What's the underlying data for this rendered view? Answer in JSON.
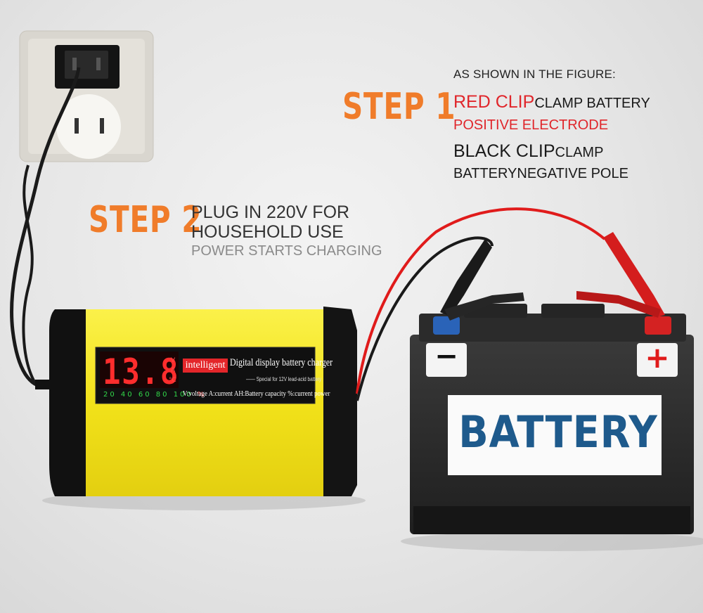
{
  "instructions": {
    "caption": "AS SHOWN IN THE FIGURE:",
    "step1": {
      "label": "STEP 1",
      "red_clip": "RED CLIP",
      "red_clip_rest": "CLAMP BATTERY",
      "red_line2": "POSITIVE ELECTRODE",
      "black_clip": "BLACK CLIP",
      "black_clip_rest": "CLAMP",
      "black_line2_a": "BATTERY",
      "black_line2_b": "NEGATIVE POLE"
    },
    "step2": {
      "label": "STEP 2",
      "line1": "PLUG IN 220V FOR",
      "line2": "HOUSEHOLD USE",
      "line3": "POWER STARTS CHARGING"
    }
  },
  "charger": {
    "display_value": "13.8",
    "unit_labels": [
      "V",
      "A",
      "°C"
    ],
    "scale": [
      "20",
      "40",
      "60",
      "80",
      "100",
      "%"
    ],
    "badge": "intelligent",
    "title": "Digital display battery charger",
    "subtitle": "—— Special for 12V lead-acid battery",
    "legend": "V:voltage   A:current   AH:Battery capacity   %:current power"
  },
  "battery": {
    "label": "BATTERY",
    "negative_sign": "−",
    "positive_sign": "+"
  },
  "colors": {
    "step_orange": "#f07c2a",
    "clip_red": "#e0262b",
    "charger_yellow": "#f6e81f",
    "battery_blue": "#1e5a8c",
    "lcd_red": "#ff2d2d",
    "lcd_green": "#32d84a"
  }
}
